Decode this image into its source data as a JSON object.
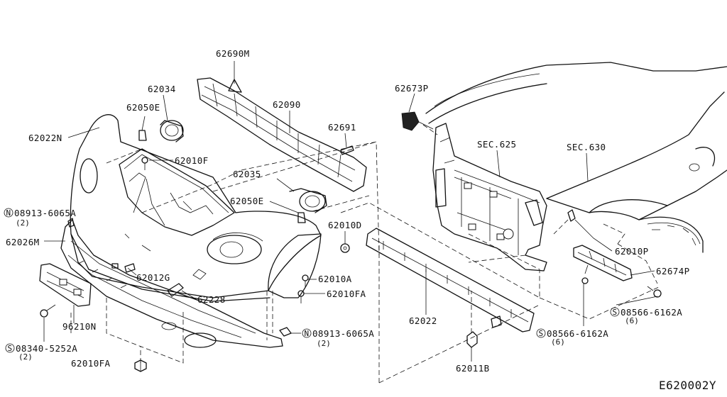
{
  "diagram": {
    "code": "E620002Y",
    "labels": {
      "l62690M": "62690M",
      "l62034": "62034",
      "l62090": "62090",
      "l62050E_top": "62050E",
      "l62022N": "62022N",
      "l62691": "62691",
      "l62010F": "62010F",
      "l62035": "62035",
      "l62050E_mid": "62050E",
      "l62010D": "62010D",
      "l08913_top": "08913-6065A",
      "l62026M": "62026M",
      "l62012G": "62012G",
      "l62010A": "62010A",
      "l62010FA_mid": "62010FA",
      "l62228": "62228",
      "l96210N": "96210N",
      "l08913_bot": "08913-6065A",
      "l08340": "08340-5252A",
      "l62010FA_bot": "62010FA",
      "l62022": "62022",
      "l62011B": "62011B",
      "l62673P": "62673P",
      "lSEC625": "SEC.625",
      "lSEC630": "SEC.630",
      "l62010P": "62010P",
      "l62674P": "62674P",
      "l08566_right": "08566-6162A",
      "l08566_mid": "08566-6162A"
    },
    "qty": {
      "q08913_top": "(2)",
      "q08913_bot": "(2)",
      "q08340": "(2)",
      "q08566_right": "(6)",
      "q08566_mid": "(6)"
    },
    "prefix": {
      "n1": "N",
      "n2": "N",
      "s1": "S",
      "s2": "S",
      "s3": "S"
    }
  }
}
